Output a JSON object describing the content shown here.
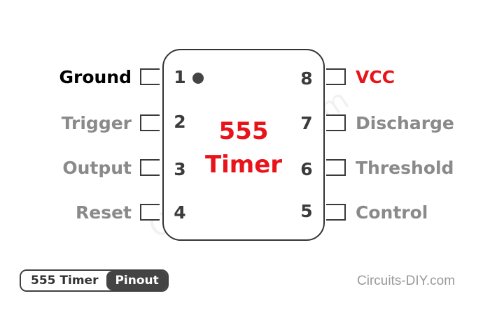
{
  "chip": {
    "line1": "555",
    "line2": "Timer",
    "watermark": "Circuits-DIY.com"
  },
  "pins": {
    "p1": {
      "number": "1",
      "label": "Ground"
    },
    "p2": {
      "number": "2",
      "label": "Trigger"
    },
    "p3": {
      "number": "3",
      "label": "Output"
    },
    "p4": {
      "number": "4",
      "label": "Reset"
    },
    "p5": {
      "number": "5",
      "label": "Control"
    },
    "p6": {
      "number": "6",
      "label": "Threshold"
    },
    "p7": {
      "number": "7",
      "label": "Discharge"
    },
    "p8": {
      "number": "8",
      "label": "VCC"
    }
  },
  "badge": {
    "left": "555 Timer",
    "right": "Pinout"
  },
  "brand": "Circuits-DIY.com",
  "colors": {
    "red": "#e8141a",
    "black": "#000000",
    "gray": "#8a8a8a",
    "pin_outline": "#3a3a3a"
  }
}
